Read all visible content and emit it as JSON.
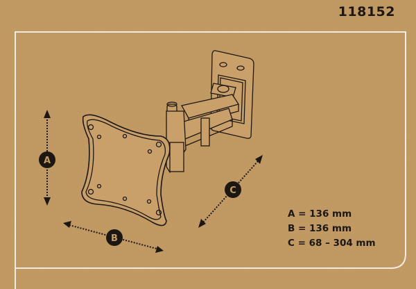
{
  "product_code": "118152",
  "labels": {
    "a": "A",
    "b": "B",
    "c": "C"
  },
  "dimensions": [
    {
      "key": "A",
      "text": "A = 136 mm"
    },
    {
      "key": "B",
      "text": "B = 136 mm"
    },
    {
      "key": "C",
      "text": "C = 68 – 304 mm"
    }
  ],
  "colors": {
    "cardboard": "#c59b63",
    "ink": "#1c1712",
    "frame": "#f1ece0"
  }
}
